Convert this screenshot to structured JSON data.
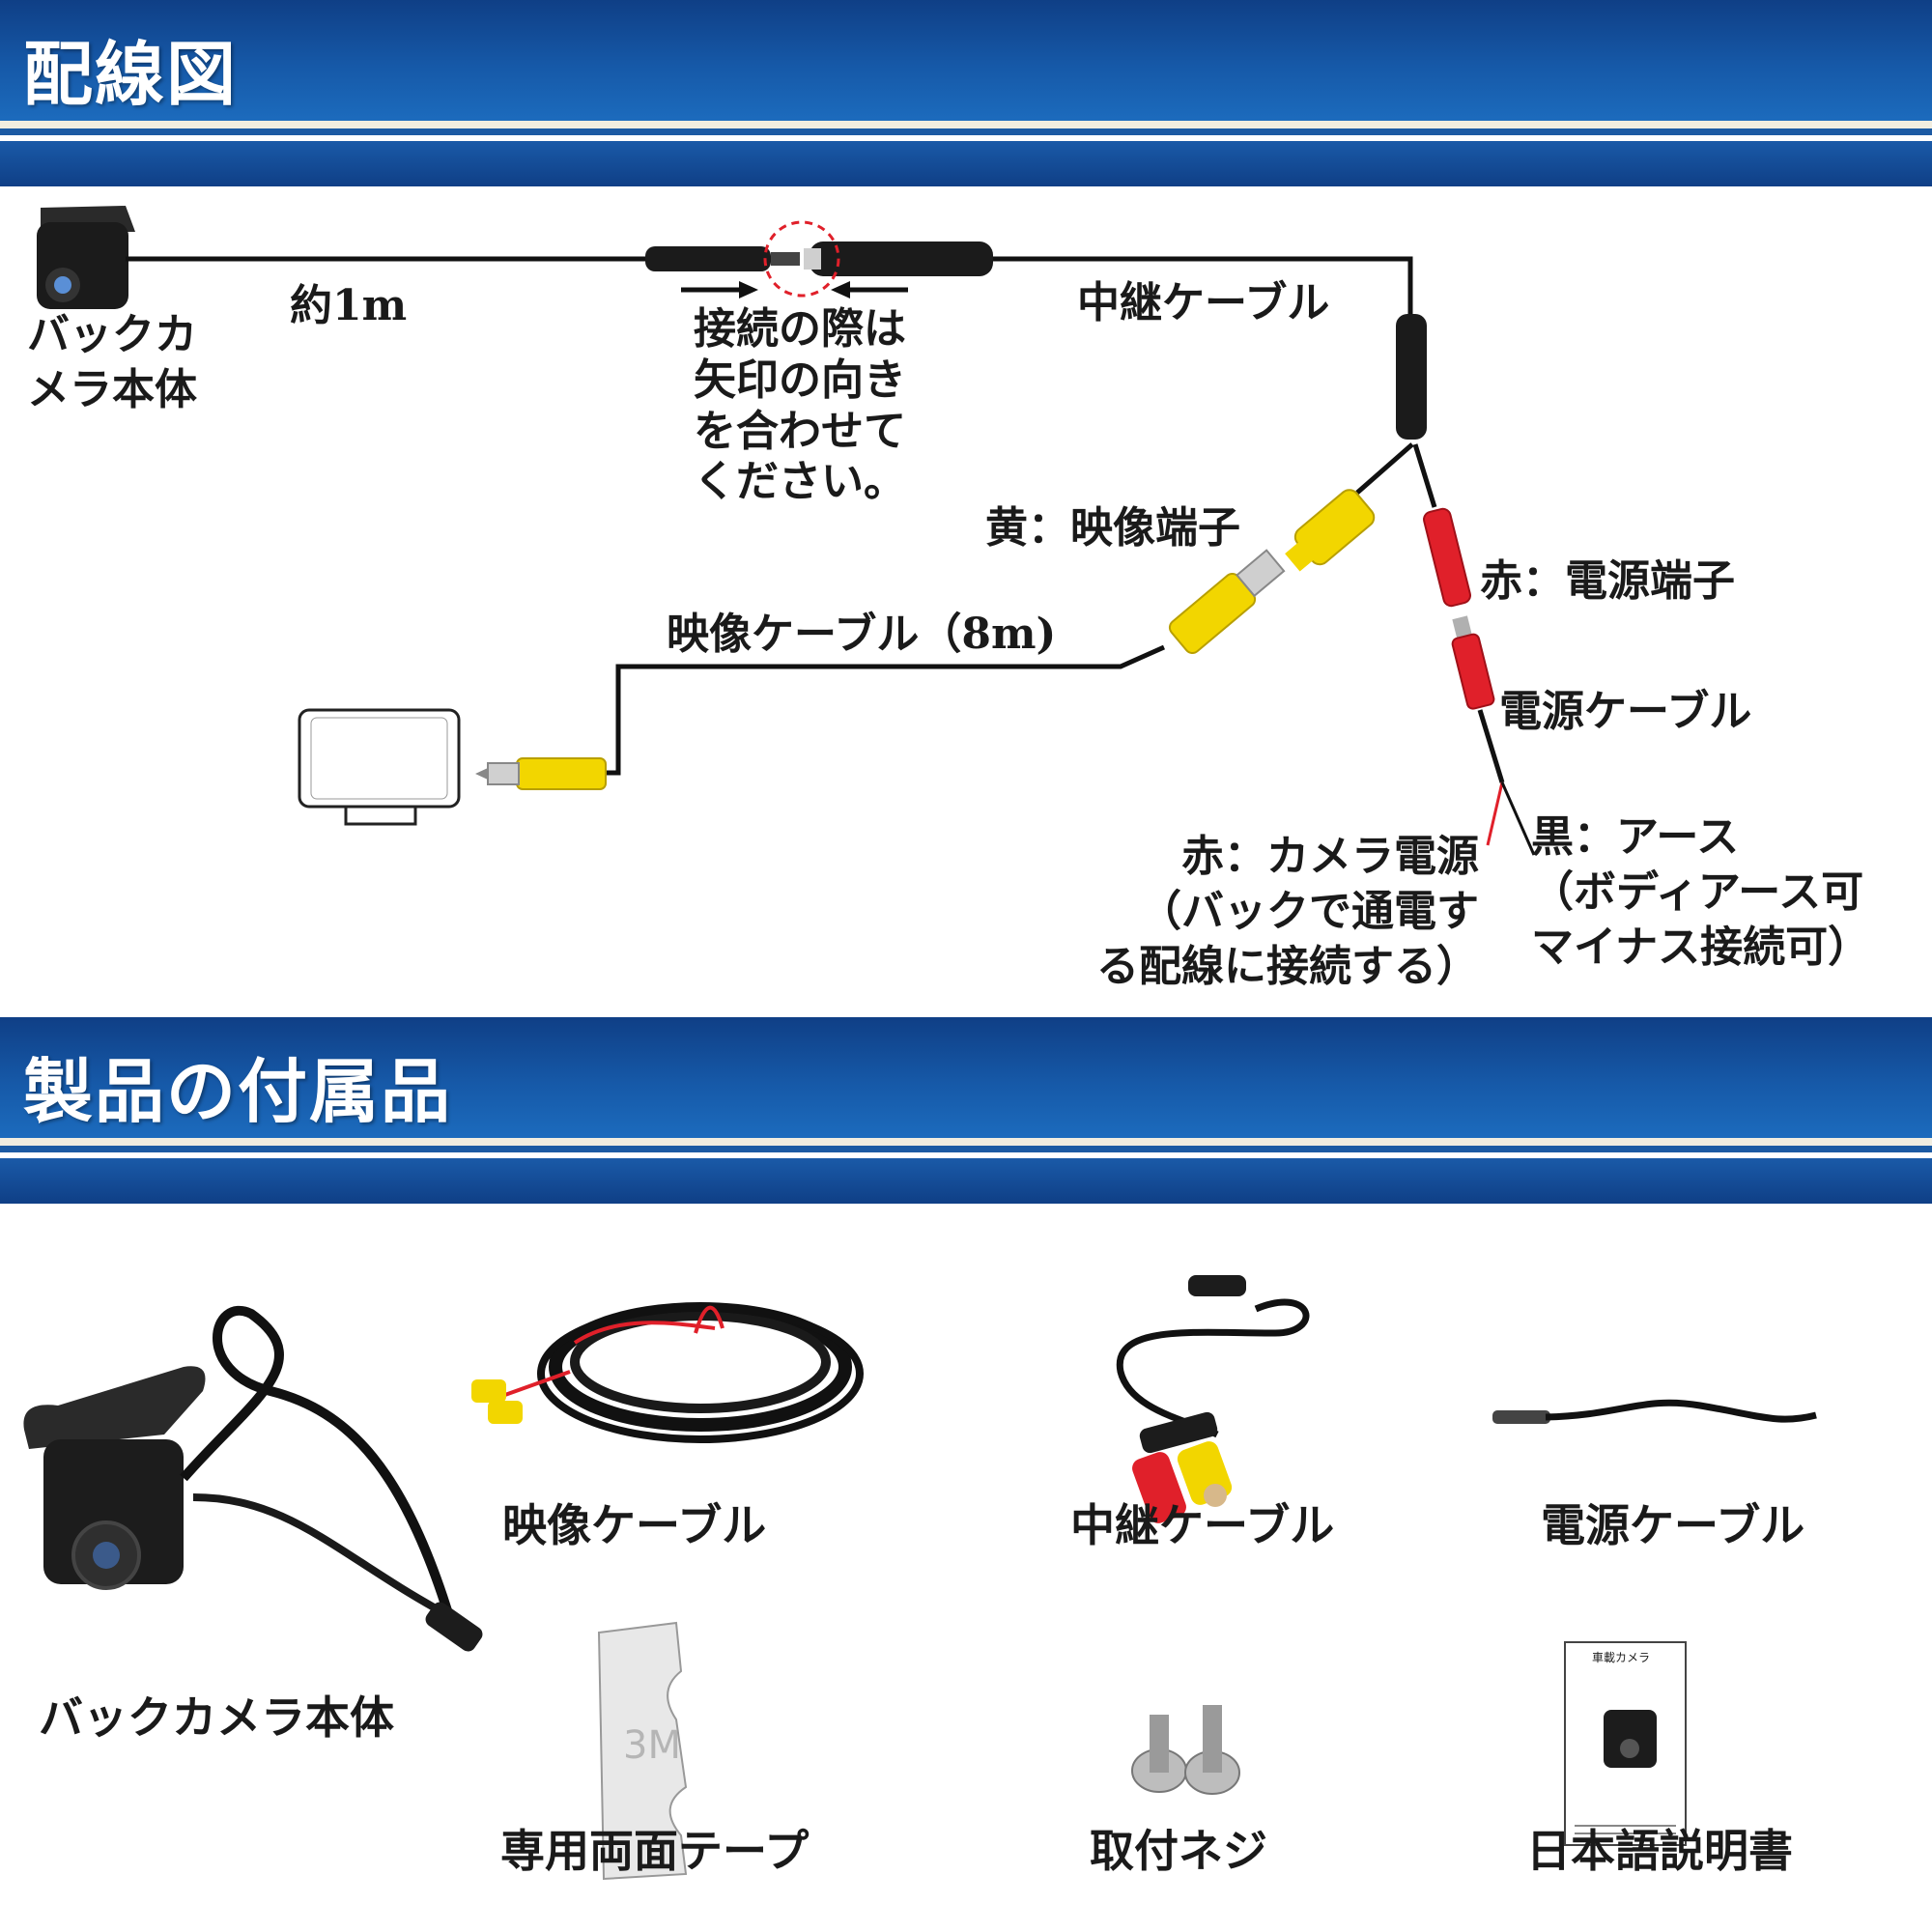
{
  "sections": {
    "wiring_title": "配線図",
    "accessories_title": "製品の付属品"
  },
  "diagram": {
    "camera_label": "バックカ\nメラ本体",
    "cable_length": "約1m",
    "connect_note": "接続の際は\n矢印の向き\nを合わせて\nください。",
    "relay_cable": "中継ケーブル",
    "yellow_terminal": "黄：映像端子",
    "video_cable": "映像ケーブル（8m)",
    "red_terminal": "赤：電源端子",
    "power_cable": "電源ケーブル",
    "red_power": "赤：カメラ電源\n（バックで通電す\nる配線に接続する）",
    "black_ground": "黒：アース\n（ボディアース可\nマイナス接続可）"
  },
  "accessories": {
    "camera_body": "バックカメラ本体",
    "video_cable": "映像ケーブル",
    "relay_cable": "中継ケーブル",
    "power_cable": "電源ケーブル",
    "tape": "専用両面テープ",
    "screws": "取付ネジ",
    "manual": "日本語説明書",
    "manual_header": "車載カメラ"
  },
  "colors": {
    "banner_blue": "#1659a8",
    "rca_yellow": "#f2d600",
    "power_red": "#e0202a",
    "cable_black": "#111111"
  }
}
